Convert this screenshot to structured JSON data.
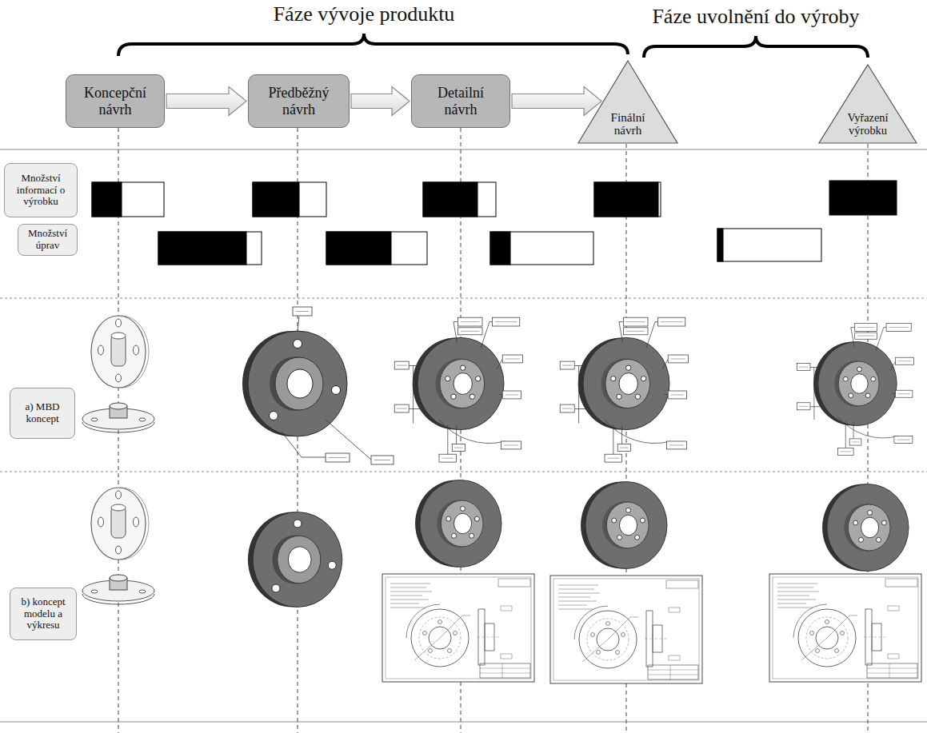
{
  "diagram": {
    "nodes": [
      {
        "text": [
          "Koncepční návrh"
        ]
      },
      {
        "text": [
          "Předběžný návrh"
        ]
      },
      {
        "text": [
          "Detailní návrh"
        ]
      },
      {
        "text": [
          "Finální návrh"
        ]
      },
      {
        "text": [
          "Vyřazení výrobku"
        ]
      },
      {
        "text": [
          "Množství informací o výrobku"
        ]
      },
      {
        "text": [
          "Množství úprav"
        ]
      },
      {
        "text": [
          "a) MBD koncept"
        ]
      },
      {
        "text": [
          "b) koncept modelu a výkresu"
        ]
      }
    ],
    "edges": [
      {
        "from": 0,
        "to": 1,
        "arrow": "to"
      },
      {
        "from": 1,
        "to": 2,
        "arrow": "to"
      },
      {
        "from": 2,
        "to": 3,
        "arrow": "to"
      }
    ],
    "labels": [
      "Fáze vývoje produktu",
      "Fáze uvolnění do výroby"
    ]
  }
}
